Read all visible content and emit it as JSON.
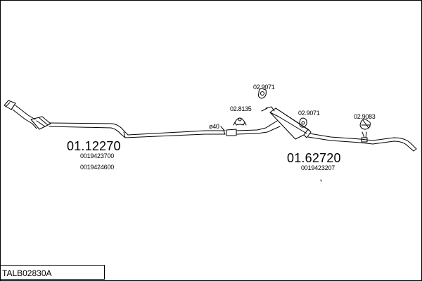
{
  "assembly_code": "TALB02830A",
  "parts": {
    "front": {
      "number": "01.12270",
      "refs": [
        "0019423700",
        "0019424600"
      ]
    },
    "rear": {
      "number": "01.62720",
      "refs": [
        "0019423207"
      ]
    }
  },
  "fittings": [
    {
      "code": "02.8135"
    },
    {
      "code": "02.9071"
    },
    {
      "code": "02.9071"
    },
    {
      "code": "02.9083"
    }
  ],
  "dimension": {
    "label": "ø40"
  },
  "colors": {
    "line": "#000000",
    "background": "#ffffff"
  }
}
